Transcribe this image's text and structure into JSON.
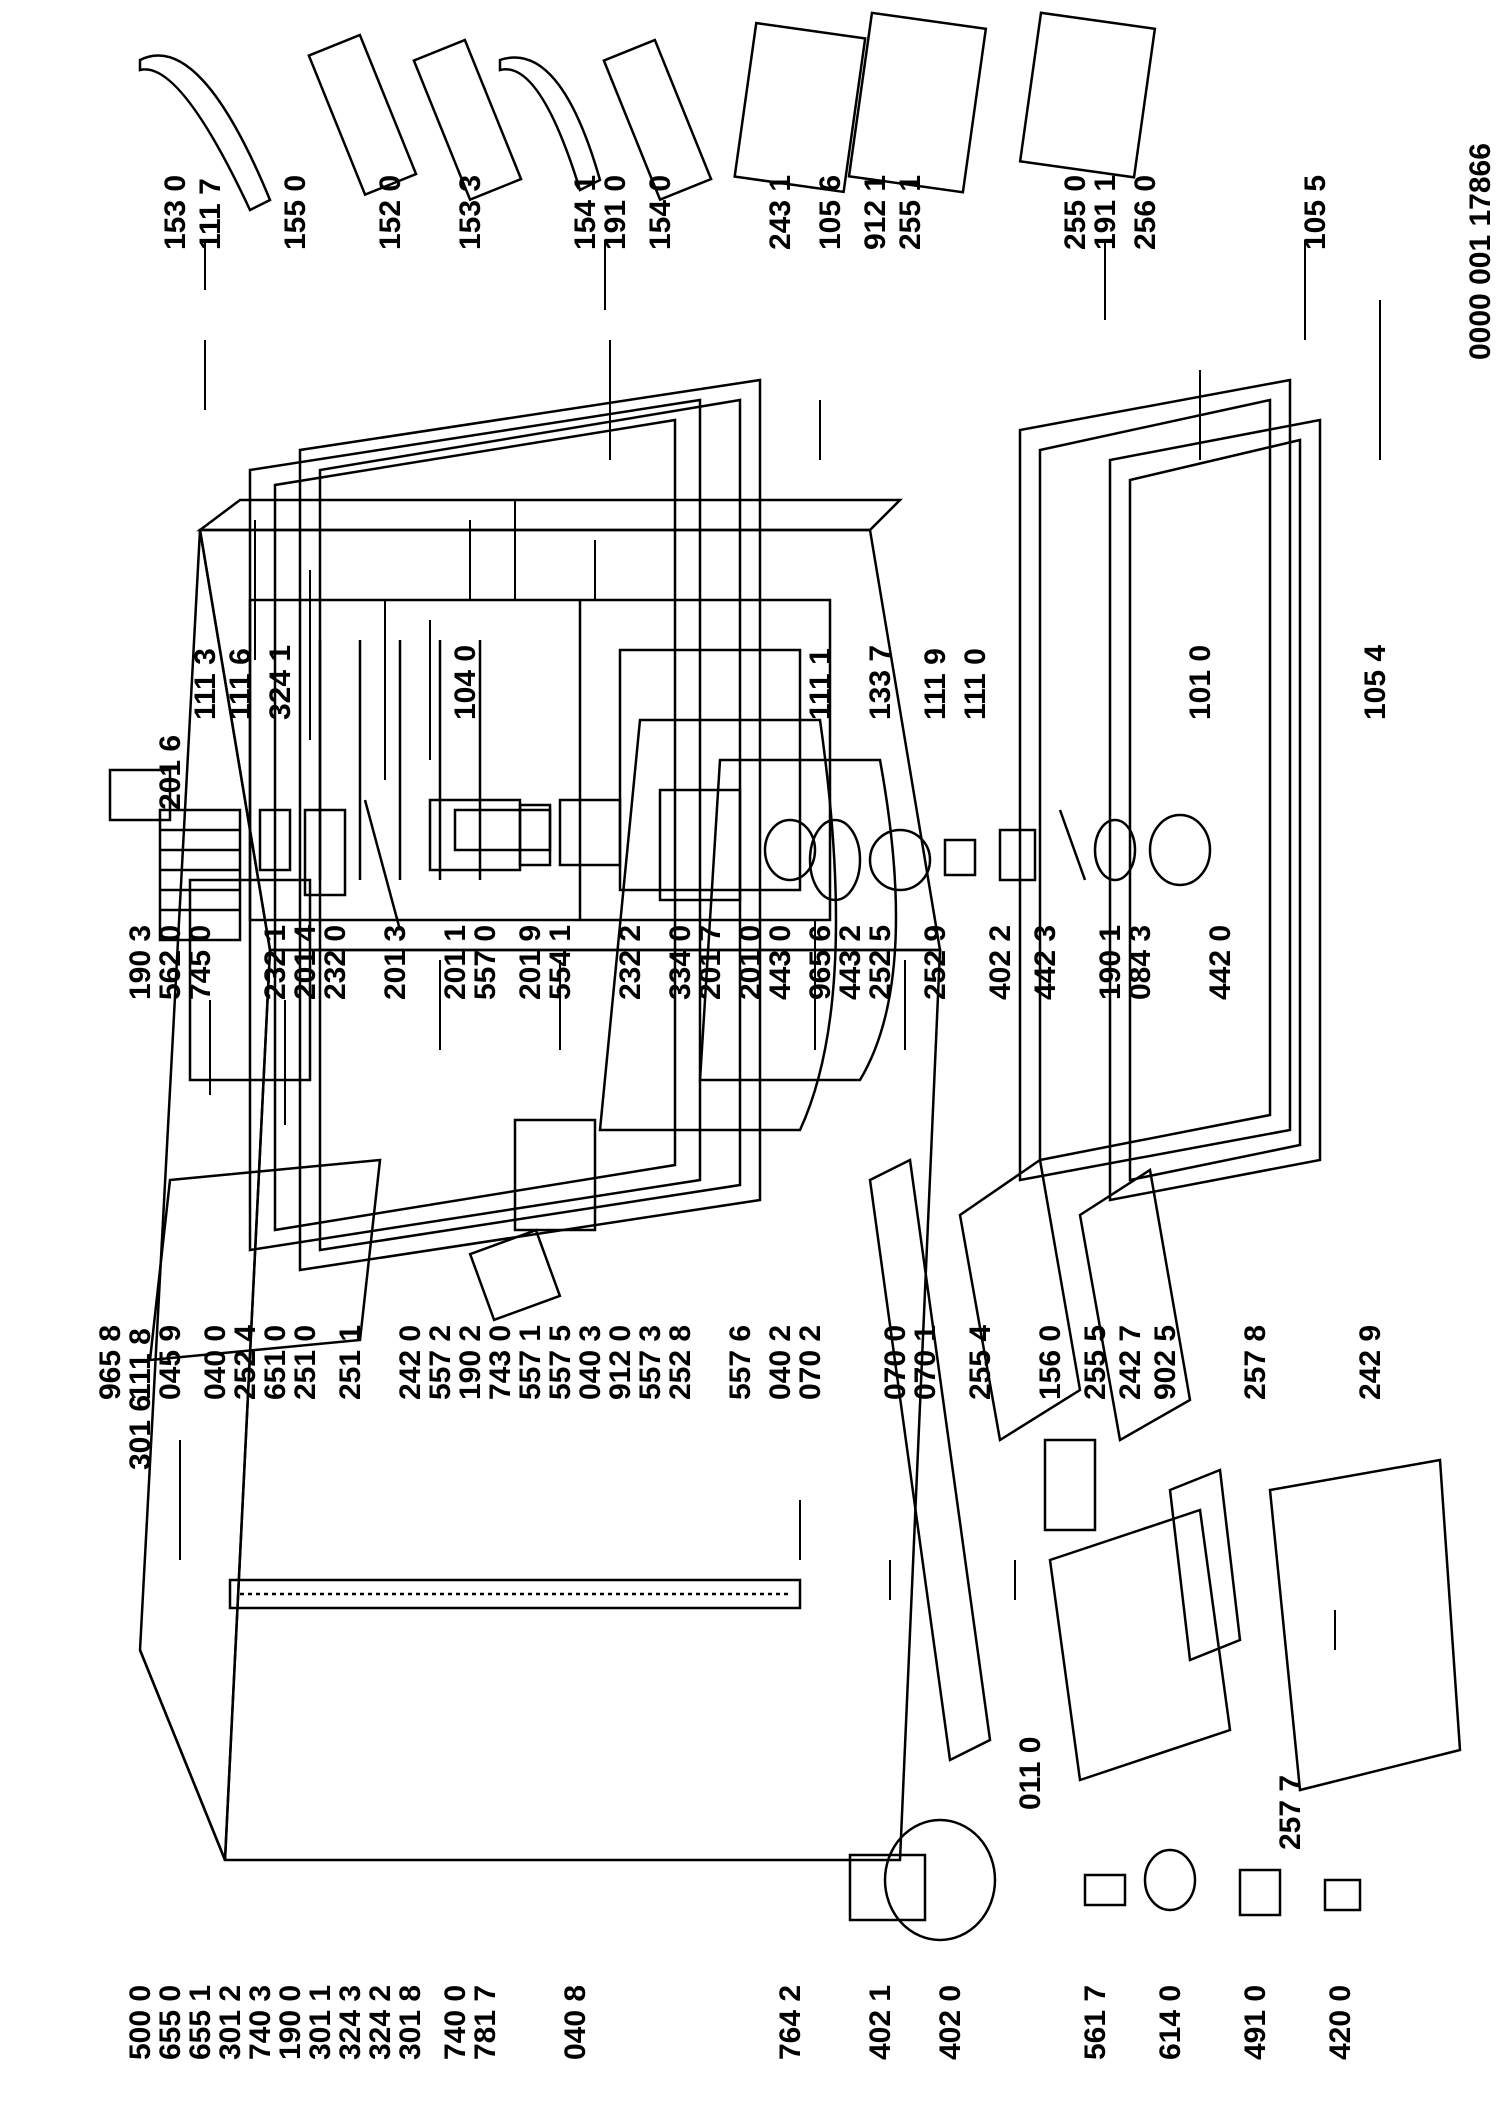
{
  "document_number": "0000 001 17866",
  "parts": {
    "p5000": "500 0",
    "p6550": "655 0",
    "p6551": "655 1",
    "p3012": "301 2",
    "p7403": "740 3",
    "p1900": "190 0",
    "p3011": "301 1",
    "p3243": "324 3",
    "p3242": "324 2",
    "p3018": "301 8",
    "p7400": "740 0",
    "p7817": "781 7",
    "p0408": "040 8",
    "p7642": "764 2",
    "p4021": "402 1",
    "p4020": "402 0",
    "p5617": "561 7",
    "p6140": "614 0",
    "p4910": "491 0",
    "p4200": "420 0",
    "p3016": "301 6",
    "p0110": "011 0",
    "p2577": "257 7",
    "p9658": "965 8",
    "p1118": "111 8",
    "p0459": "045 9",
    "p0400": "040 0",
    "p2524": "252 4",
    "p6510": "651 0",
    "p2510": "251 0",
    "p2511": "251 1",
    "p2420": "242 0",
    "p5572": "557 2",
    "p1902": "190 2",
    "p7430": "743 0",
    "p5571": "557 1",
    "p5575": "557 5",
    "p0403": "040 3",
    "p9120": "912 0",
    "p5573": "557 3",
    "p2528": "252 8",
    "p5576": "557 6",
    "p0402": "040 2",
    "p0702": "070 2",
    "p0700": "070 0",
    "p0701": "070 1",
    "p2554": "255 4",
    "p1560": "156 0",
    "p2555": "255 5",
    "p2427": "242 7",
    "p9025": "902 5",
    "p2578": "257 8",
    "p2429": "242 9",
    "p1903": "190 3",
    "p5620": "562 0",
    "p7450": "745 0",
    "p2321": "232 1",
    "p2014": "201 4",
    "p2320": "232 0",
    "p2013": "201 3",
    "p2011": "201 1",
    "p5570": "557 0",
    "p2019": "201 9",
    "p5541": "554 1",
    "p2322": "232 2",
    "p3340": "334 0",
    "p2017": "201 7",
    "p2010": "201 0",
    "p4430": "443 0",
    "p9656": "965 6",
    "p4432": "443 2",
    "p2525": "252 5",
    "p2529": "252 9",
    "p4022": "402 2",
    "p4423": "442 3",
    "p1901": "190 1",
    "p0843": "084 3",
    "p4420": "442 0",
    "p2016": "201 6",
    "p1113": "111 3",
    "p1116": "111 6",
    "p3241": "324 1",
    "p1040": "104 0",
    "p1111": "111 1",
    "p1337": "133 7",
    "p1119": "111 9",
    "p1110": "111 0",
    "p1010": "101 0",
    "p1054": "105 4",
    "p1530": "153 0",
    "p1117": "111 7",
    "p1550": "155 0",
    "p1520": "152 0",
    "p1533": "153 3",
    "p1541": "154 1",
    "p1910": "191 0",
    "p1540": "154 0",
    "p2431": "243 1",
    "p1056": "105 6",
    "p9121": "912 1",
    "p2551": "255 1",
    "p2550": "255 0",
    "p1911": "191 1",
    "p2560": "256 0",
    "p1055": "105 5"
  }
}
